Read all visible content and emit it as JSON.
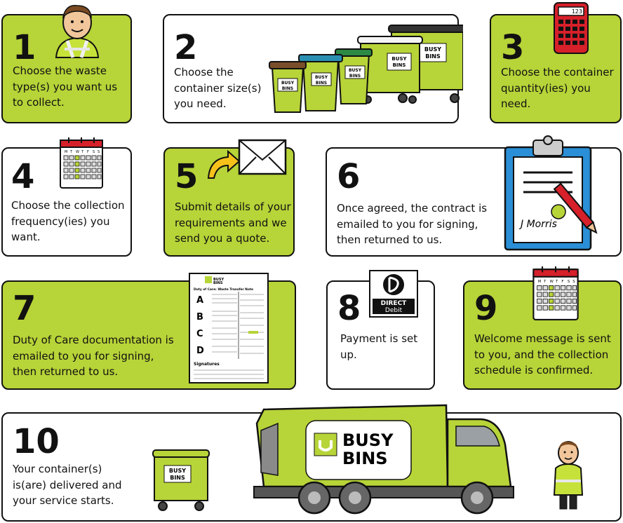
{
  "colors": {
    "brand_green": "#b7d438",
    "outline": "#111111",
    "calculator_red": "#d6202a",
    "clipboard_blue": "#2a8fd6"
  },
  "brand": {
    "name_line1": "BUSY",
    "name_line2": "BINS"
  },
  "steps": [
    {
      "number": "1",
      "text": "Choose the waste type(s) you want us to collect.",
      "icon": "worker-icon"
    },
    {
      "number": "2",
      "text": "Choose the container size(s) you need.",
      "icon": "bins-icon"
    },
    {
      "number": "3",
      "text": "Choose the container quantity(ies) you need.",
      "icon": "calculator-icon"
    },
    {
      "number": "4",
      "text": "Choose the collection frequency(ies) you want.",
      "icon": "calendar-icon"
    },
    {
      "number": "5",
      "text": "Submit details of your requirements and we send you a quote.",
      "icon": "envelope-icon"
    },
    {
      "number": "6",
      "text": "Once agreed, the contract is emailed to you for signing, then returned to us.",
      "icon": "clipboard-icon"
    },
    {
      "number": "7",
      "text": "Duty of Care documentation is emailed to you for signing, then returned to us.",
      "icon": "document-icon"
    },
    {
      "number": "8",
      "text": "Payment is set up.",
      "icon": "direct-debit-icon"
    },
    {
      "number": "9",
      "text": "Welcome message is sent to you, and the collection schedule is confirmed.",
      "icon": "calendar-icon"
    },
    {
      "number": "10",
      "text": "Your container(s) is(are) delivered and your service starts.",
      "icon": "truck-icon"
    }
  ],
  "calculator": {
    "display": "123"
  },
  "calendar": {
    "days": [
      "M",
      "T",
      "W",
      "T",
      "F",
      "S",
      "S"
    ]
  },
  "document": {
    "title": "Duty of Care: Waste Transfer Note",
    "section_letters": [
      "A",
      "B",
      "C",
      "D"
    ],
    "signatures_label": "Signatures"
  },
  "clipboard": {
    "signature": "J Morris"
  },
  "direct_debit": {
    "line1": "DIRECT",
    "line2": "Debit"
  }
}
